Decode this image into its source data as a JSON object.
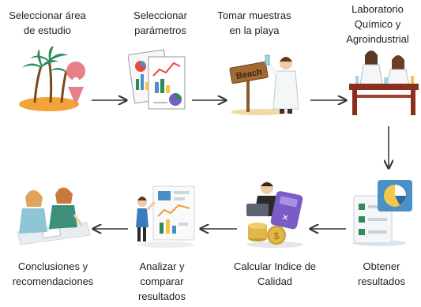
{
  "steps": [
    {
      "lines": [
        "Seleccionar área",
        "de estudio"
      ],
      "icon": "beach-location-icon"
    },
    {
      "lines": [
        "Seleccionar",
        "parámetros"
      ],
      "icon": "charts-documents-icon"
    },
    {
      "lines": [
        "Tomar muestras",
        "en la playa"
      ],
      "icon": "scientist-beach-sign-icon"
    },
    {
      "lines": [
        "Laboratorio",
        "Químico y",
        "Agroindustrial"
      ],
      "icon": "laboratory-scientists-icon"
    },
    {
      "lines": [
        "Obtener",
        "resultados"
      ],
      "icon": "checklist-pie-chart-icon"
    },
    {
      "lines": [
        "Calcular Indice de",
        "Calidad"
      ],
      "icon": "calculator-coins-icon"
    },
    {
      "lines": [
        "Analizar y",
        "comparar",
        "resultados"
      ],
      "icon": "analysis-board-icon"
    },
    {
      "lines": [
        "Conclusiones y",
        "recomendaciones"
      ],
      "icon": "people-writing-icon"
    }
  ],
  "sign_text": "Beach",
  "colors": {
    "arrow": "#333333",
    "sand": "#f2a43a",
    "palm": "#2e8b57",
    "pin": "#e8808a",
    "wood": "#8b5a2b",
    "lab_table": "#8a2f1e",
    "calculator": "#7b5cc4",
    "coin": "#e3b64a",
    "pie_blue": "#4a90c8",
    "pie_yellow": "#f4c64e"
  }
}
